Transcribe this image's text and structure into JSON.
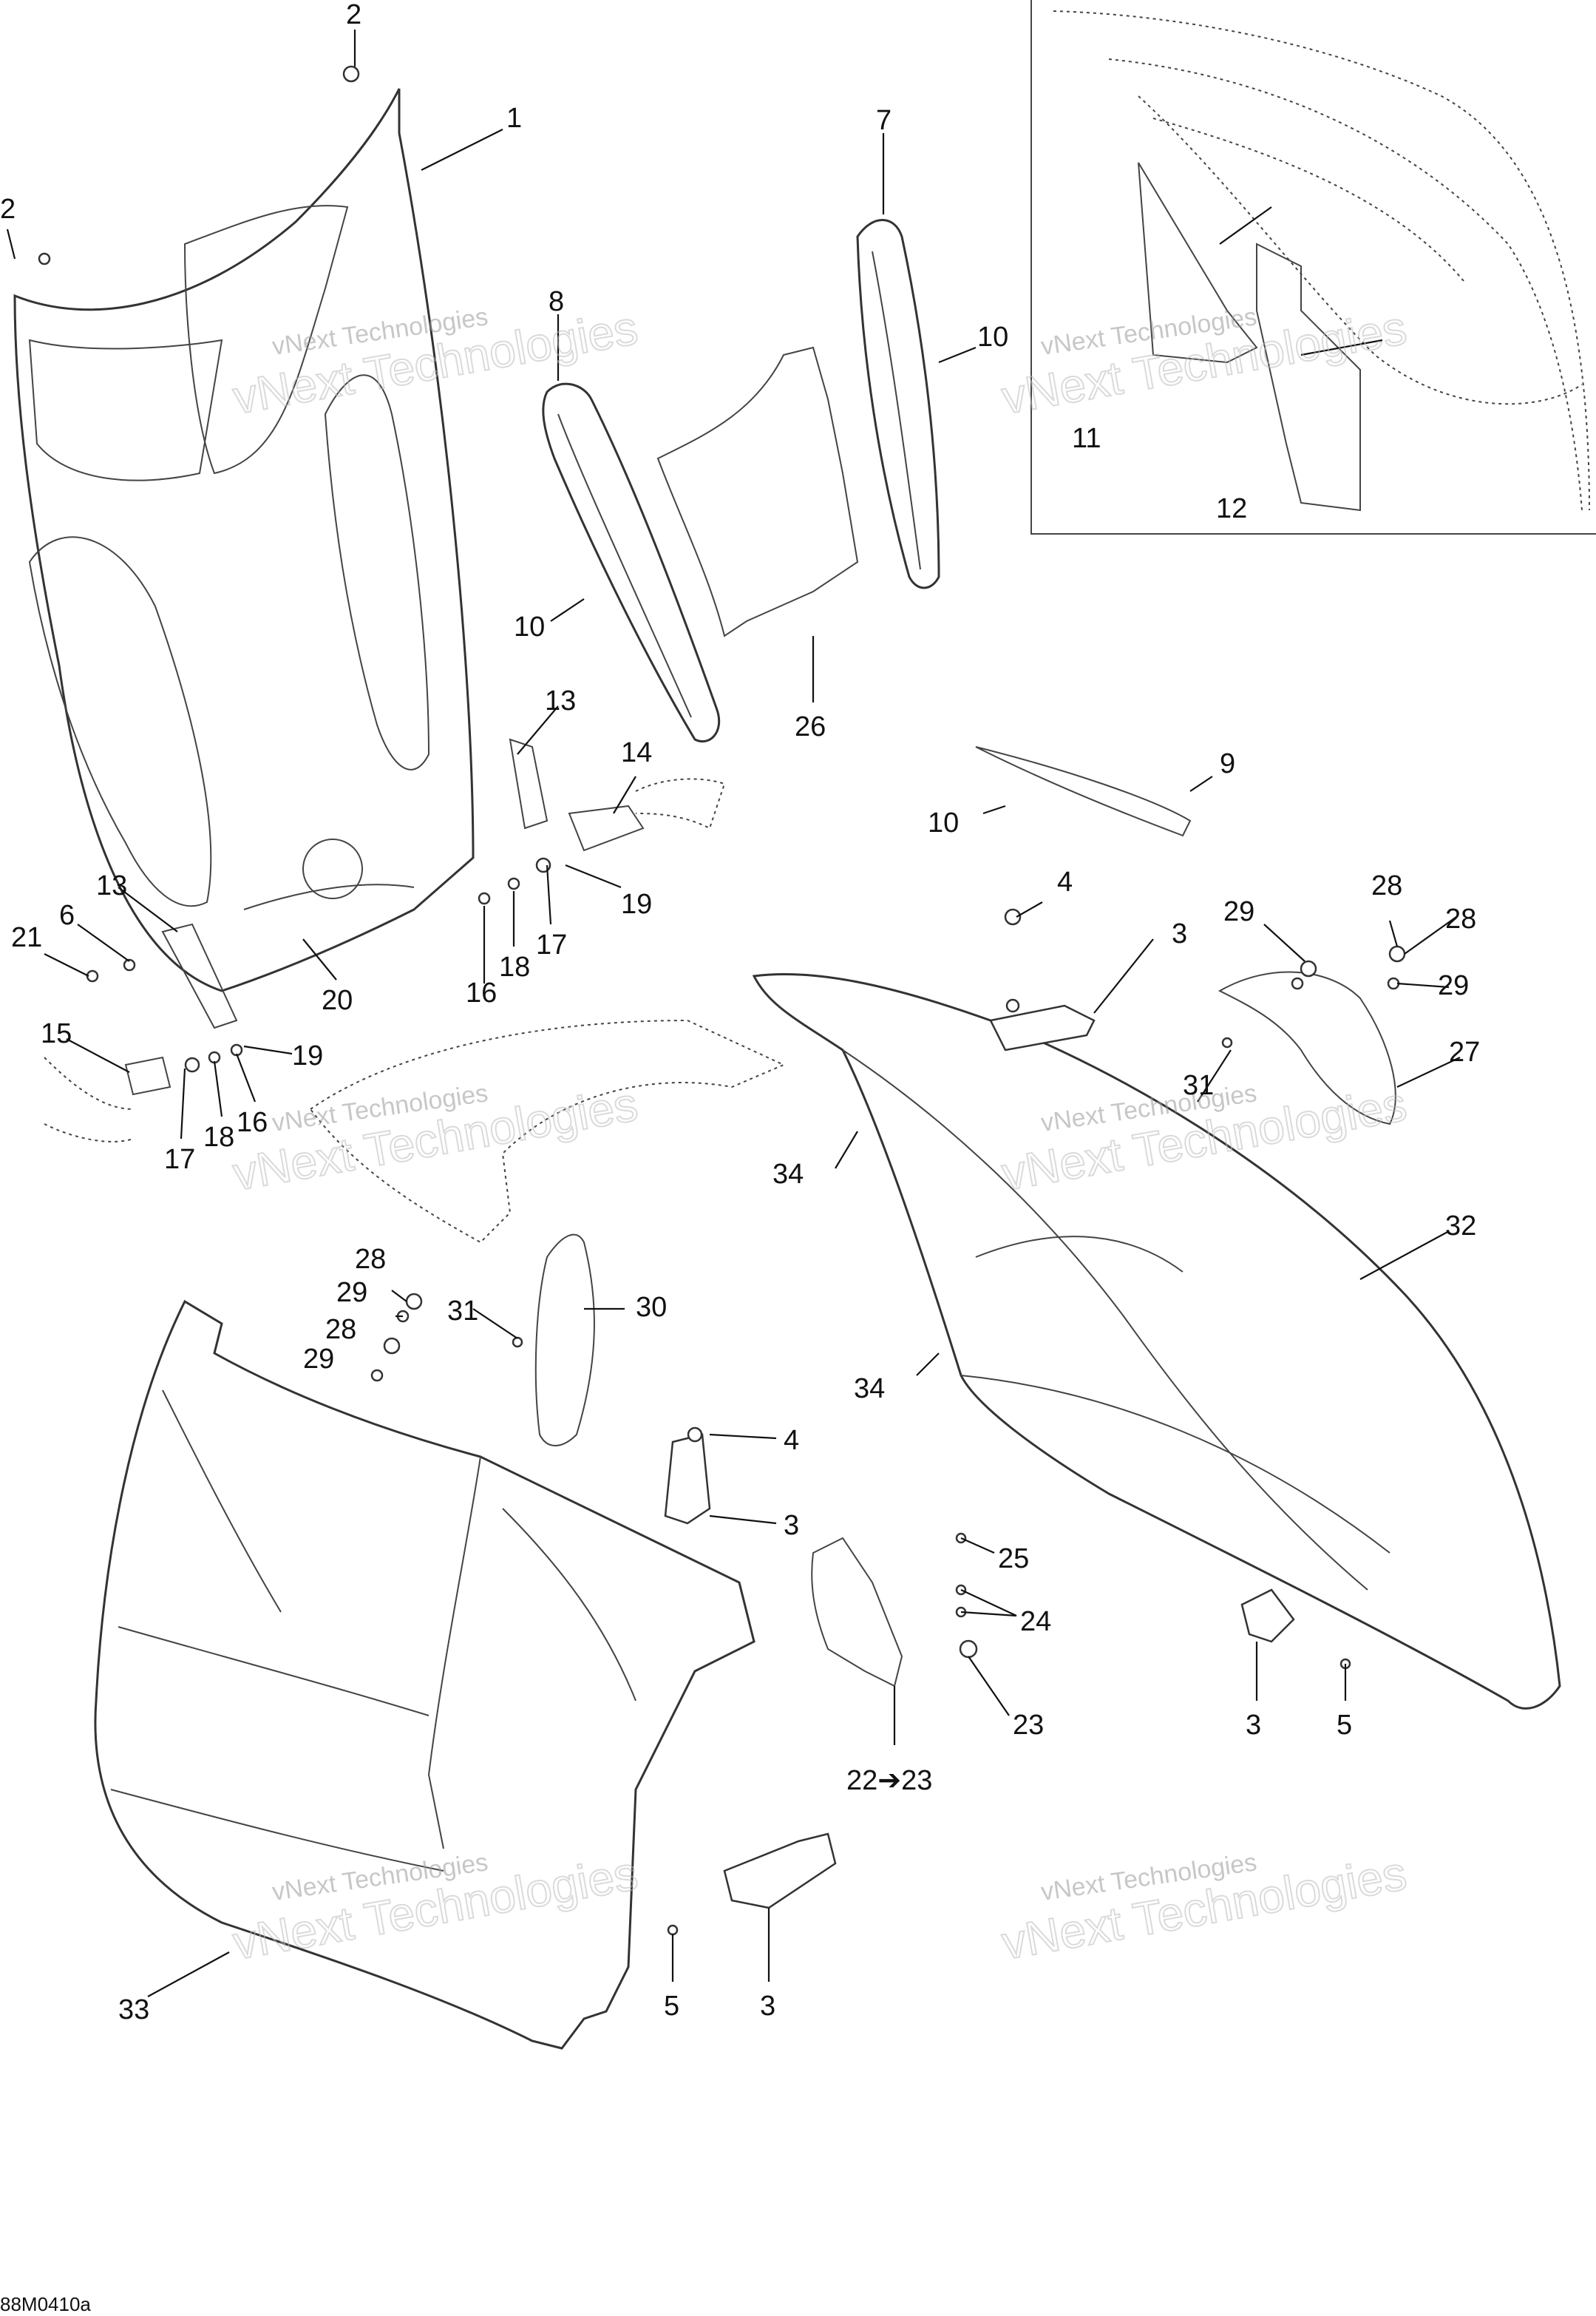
{
  "watermark": {
    "small": "vNext Technologies",
    "large": "vNext Technologies"
  },
  "figure_code": "88M0410a",
  "callouts": [
    {
      "id": "c2a",
      "text": "2"
    },
    {
      "id": "c2b",
      "text": "2"
    },
    {
      "id": "c1",
      "text": "1"
    },
    {
      "id": "c7",
      "text": "7"
    },
    {
      "id": "c8",
      "text": "8"
    },
    {
      "id": "c10a",
      "text": "10"
    },
    {
      "id": "c10b",
      "text": "10"
    },
    {
      "id": "c11",
      "text": "11"
    },
    {
      "id": "c12",
      "text": "12"
    },
    {
      "id": "c26",
      "text": "26"
    },
    {
      "id": "c13a",
      "text": "13"
    },
    {
      "id": "c14",
      "text": "14"
    },
    {
      "id": "c9",
      "text": "9"
    },
    {
      "id": "c10c",
      "text": "10"
    },
    {
      "id": "c19a",
      "text": "19"
    },
    {
      "id": "c17a",
      "text": "17"
    },
    {
      "id": "c16a",
      "text": "16"
    },
    {
      "id": "c18a",
      "text": "18"
    },
    {
      "id": "c20",
      "text": "20"
    },
    {
      "id": "c13b",
      "text": "13"
    },
    {
      "id": "c6",
      "text": "6"
    },
    {
      "id": "c21",
      "text": "21"
    },
    {
      "id": "c15",
      "text": "15"
    },
    {
      "id": "c19b",
      "text": "19"
    },
    {
      "id": "c16b",
      "text": "16"
    },
    {
      "id": "c18b",
      "text": "18"
    },
    {
      "id": "c17b",
      "text": "17"
    },
    {
      "id": "c4a",
      "text": "4"
    },
    {
      "id": "c3a",
      "text": "3"
    },
    {
      "id": "c28a",
      "text": "28"
    },
    {
      "id": "c29a",
      "text": "29"
    },
    {
      "id": "c28b",
      "text": "28"
    },
    {
      "id": "c29b",
      "text": "29"
    },
    {
      "id": "c27",
      "text": "27"
    },
    {
      "id": "c31a",
      "text": "31"
    },
    {
      "id": "c34a",
      "text": "34"
    },
    {
      "id": "c32",
      "text": "32"
    },
    {
      "id": "c34b",
      "text": "34"
    },
    {
      "id": "c28c",
      "text": "28"
    },
    {
      "id": "c29c",
      "text": "29"
    },
    {
      "id": "c28d",
      "text": "28"
    },
    {
      "id": "c29d",
      "text": "29"
    },
    {
      "id": "c31b",
      "text": "31"
    },
    {
      "id": "c30",
      "text": "30"
    },
    {
      "id": "c4b",
      "text": "4"
    },
    {
      "id": "c3b",
      "text": "3"
    },
    {
      "id": "c25",
      "text": "25"
    },
    {
      "id": "c24",
      "text": "24"
    },
    {
      "id": "c23",
      "text": "23"
    },
    {
      "id": "c22",
      "text": "22➔23"
    },
    {
      "id": "c3c",
      "text": "3"
    },
    {
      "id": "c5a",
      "text": "5"
    },
    {
      "id": "c33",
      "text": "33"
    },
    {
      "id": "c5b",
      "text": "5"
    },
    {
      "id": "c3d",
      "text": "3"
    }
  ]
}
